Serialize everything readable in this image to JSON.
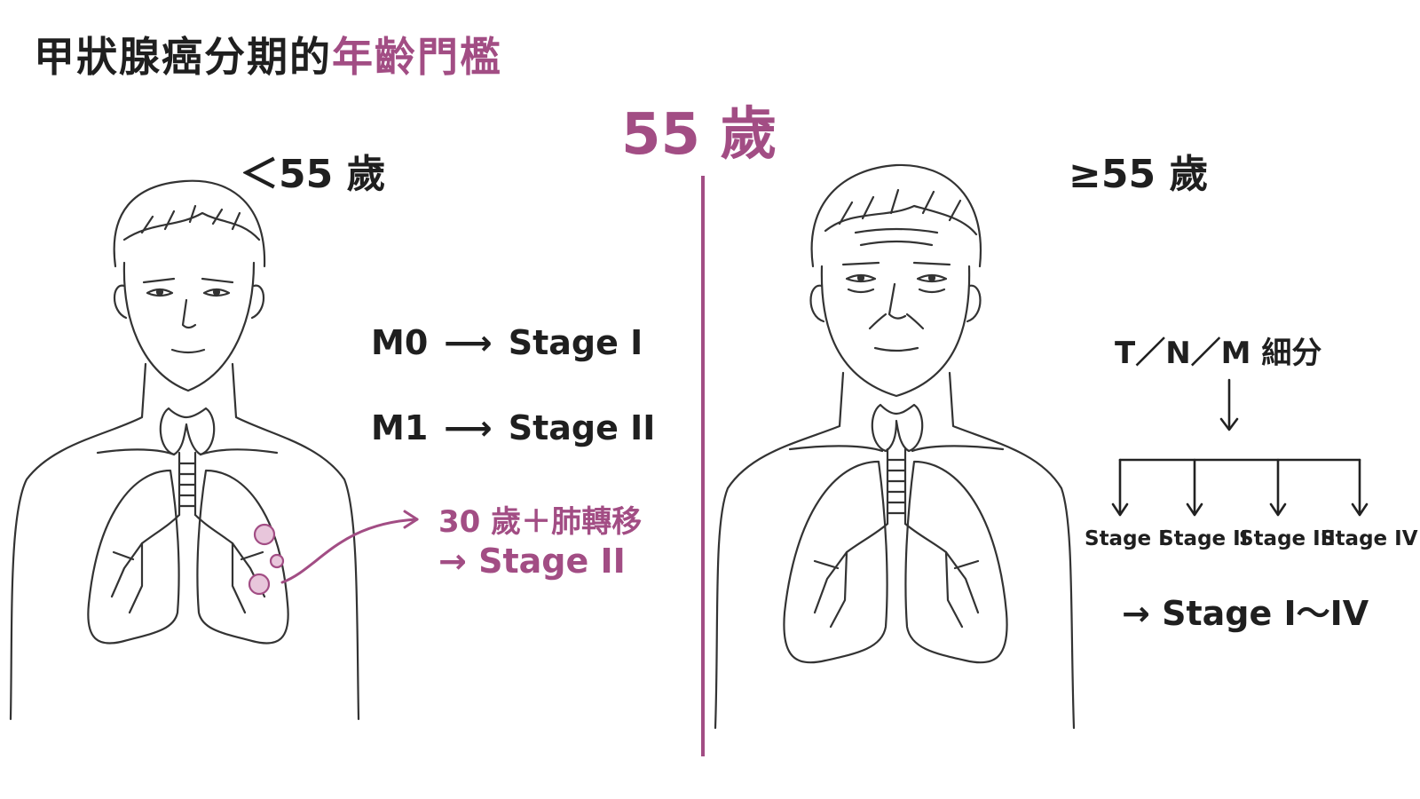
{
  "title": {
    "main": "甲狀腺癌分期的",
    "accent": "年齡門檻"
  },
  "threshold": "55 歲",
  "left": {
    "label": "＜55 歲",
    "rules": [
      {
        "from": "M0",
        "arrow": "⟶",
        "to": "Stage I"
      },
      {
        "from": "M1",
        "arrow": "⟶",
        "to": "Stage II"
      }
    ],
    "example": {
      "line1": "30 歲＋肺轉移",
      "line2": "→ Stage II"
    }
  },
  "right": {
    "label": "≥55 歲",
    "criteria": "T／N／M 細分",
    "stages": [
      "Stage I",
      "Stage II",
      "Stage III",
      "Stage IV"
    ],
    "result": "→ Stage I～IV"
  },
  "colors": {
    "accent": "#a24d84",
    "text": "#1f1f1f",
    "line": "#333333"
  }
}
